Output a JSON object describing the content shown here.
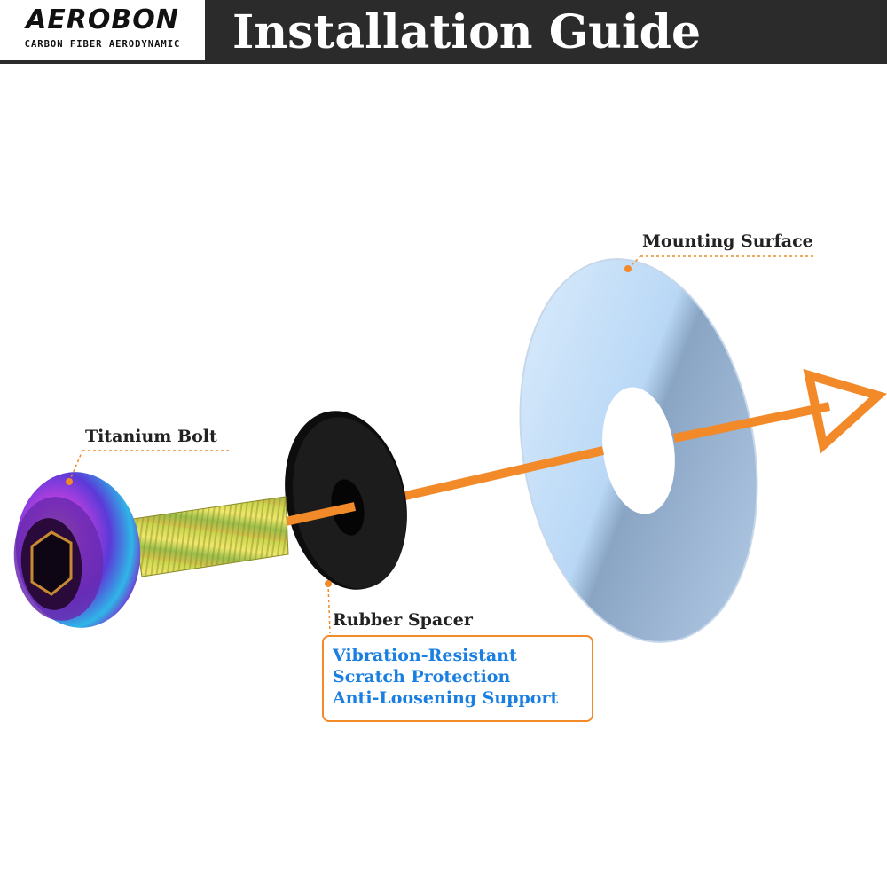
{
  "header": {
    "logo_word": "AEROBON",
    "logo_tagline": "CARBON FIBER AERODYNAMIC",
    "title": "Installation Guide"
  },
  "labels": {
    "titanium_bolt": "Titanium Bolt",
    "mounting_surface": "Mounting Surface",
    "rubber_spacer": "Rubber Spacer"
  },
  "features": [
    "Vibration-Resistant",
    "Scratch Protection",
    "Anti-Loosening Support"
  ],
  "colors": {
    "accent_orange": "#f28a2a",
    "feature_blue": "#1a7fe0",
    "header_dark": "#2b2b2b"
  }
}
